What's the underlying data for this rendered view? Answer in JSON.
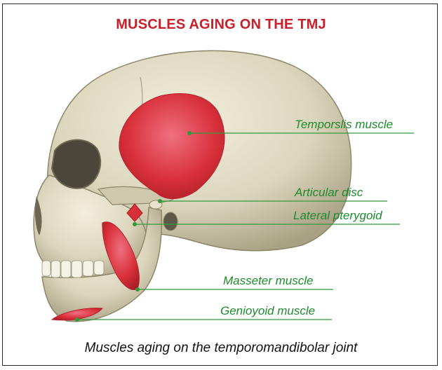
{
  "title": "MUSCLES AGING ON THE TMJ",
  "caption": "Muscles aging on the temporomandibolar joint",
  "colors": {
    "title": "#c8202a",
    "label": "#1e8a2e",
    "muscle": "#d8303a",
    "bone": "#ddd8c0"
  },
  "labels": {
    "temporalis": "Temporslis muscle",
    "articular_disc": "Articular disc",
    "lateral_pterygoid": "Lateral pterygoid",
    "masseter": "Masseter muscle",
    "genioyoid": "Genioyoid muscle"
  }
}
